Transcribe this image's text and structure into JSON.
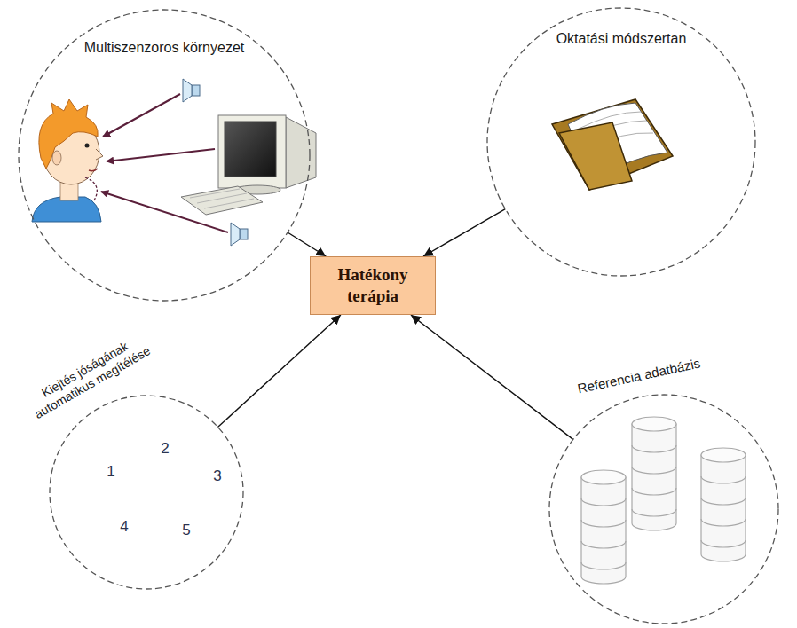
{
  "diagram": {
    "nodes": [
      {
        "text": [
          "Multiszenzoros környezet"
        ]
      },
      {
        "text": [
          "Oktatási módszertan"
        ]
      },
      {
        "text": [
          "Hatékony terápia"
        ]
      },
      {
        "text": [
          "Kiejtés jóságának automatikus megítélése"
        ]
      },
      {
        "text": [
          "Referencia adatbázis"
        ]
      }
    ],
    "edges": [
      {
        "from": 0,
        "to": 2,
        "arrow": "to"
      },
      {
        "from": 1,
        "to": 2,
        "arrow": "to"
      },
      {
        "from": 3,
        "to": 2,
        "arrow": "to"
      },
      {
        "from": 4,
        "to": 2,
        "arrow": "to"
      }
    ],
    "labels": [
      "1",
      "2",
      "3",
      "4",
      "5"
    ]
  }
}
